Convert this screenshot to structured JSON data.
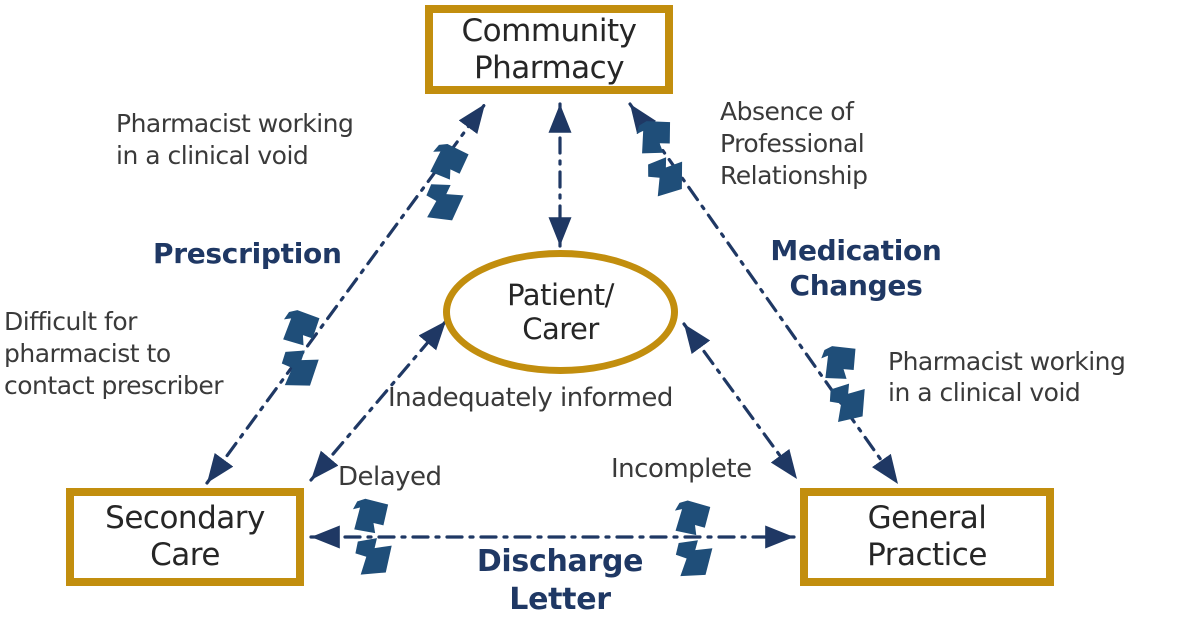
{
  "colors": {
    "gold": "#C28E0E",
    "navy": "#1F3864",
    "break_blue": "#1F4E79",
    "label_text": "#3A3A3A",
    "node_text": "#262626",
    "background": "#FFFFFF"
  },
  "nodes": {
    "community_pharmacy": {
      "line1": "Community",
      "line2": "Pharmacy"
    },
    "secondary_care": {
      "line1": "Secondary",
      "line2": "Care"
    },
    "general_practice": {
      "line1": "General",
      "line2": "Practice"
    },
    "patient_carer": {
      "line1": "Patient/",
      "line2": "Carer"
    }
  },
  "edge_labels": {
    "prescription": "Prescription",
    "medication_changes": {
      "line1": "Medication",
      "line2": "Changes"
    },
    "discharge_letter": {
      "line1": "Discharge",
      "line2": "Letter"
    }
  },
  "annotations": {
    "pharmacist_void_left": {
      "line1": "Pharmacist working",
      "line2": "in a clinical void"
    },
    "absence_relationship": {
      "line1": "Absence of",
      "line2": "Professional",
      "line3": "Relationship"
    },
    "difficult_contact": {
      "line1": "Difficult for",
      "line2": "pharmacist to",
      "line3": "contact prescriber"
    },
    "pharmacist_void_right": {
      "line1": "Pharmacist working",
      "line2": "in a clinical void"
    },
    "inadequately_informed": "Inadequately informed",
    "delayed": "Delayed",
    "incomplete": "Incomplete"
  }
}
